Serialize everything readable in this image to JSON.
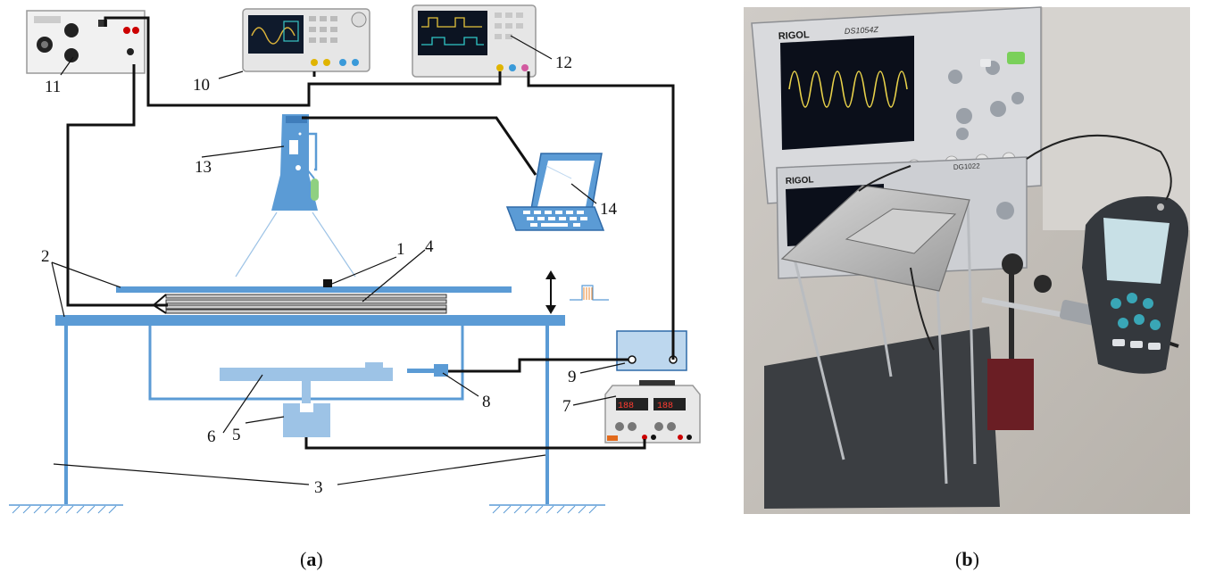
{
  "figure": {
    "panel_a": {
      "caption_open": "(",
      "caption_letter": "a",
      "caption_close": ")",
      "labels": {
        "l1": "1",
        "l2": "2",
        "l3": "3",
        "l4": "4",
        "l5": "5",
        "l6": "6",
        "l7": "7",
        "l8": "8",
        "l9": "9",
        "l10": "10",
        "l11": "11",
        "l12": "12",
        "l13": "13",
        "l14": "14"
      }
    },
    "panel_b": {
      "caption_open": "(",
      "caption_letter": "b",
      "caption_close": ")",
      "photo_brand": "RIGOL",
      "photo_model_top": "DS1054Z",
      "photo_model_bottom": "DG1022"
    }
  },
  "colors": {
    "structure_blue": "#5b9bd5",
    "light_blue": "#9dc3e6",
    "wire": "#111111"
  }
}
